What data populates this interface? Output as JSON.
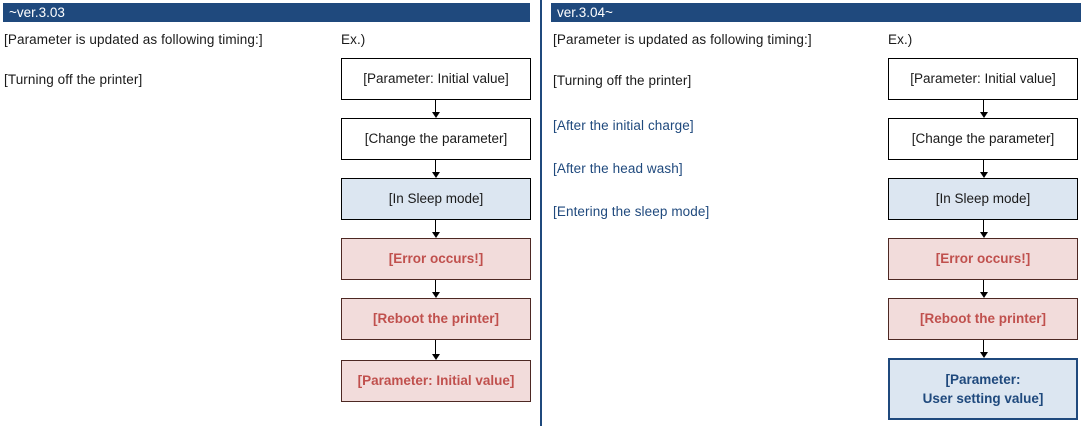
{
  "colors": {
    "header_bg": "#1f497d",
    "divider": "#1f497d",
    "text_dark": "#1a1a1a",
    "text_blue": "#1f497d",
    "text_red": "#c0504d",
    "box_blue_bg": "#dce6f1",
    "box_pink_bg": "#f2dcdb"
  },
  "left_panel": {
    "header": "~ver.3.03",
    "intro": "[Parameter is updated as following timing:]",
    "example_label": "Ex.)",
    "timing_items": [
      {
        "text": "[Turning off the printer]"
      }
    ],
    "flow": [
      {
        "label": "[Parameter: Initial value]"
      },
      {
        "label": "[Change the parameter]"
      },
      {
        "label": "[In Sleep mode]"
      },
      {
        "label": "[Error occurs!]"
      },
      {
        "label": "[Reboot the printer]"
      },
      {
        "label": "[Parameter: Initial value]"
      }
    ]
  },
  "right_panel": {
    "header": "ver.3.04~",
    "intro": "[Parameter is updated as following timing:]",
    "example_label": "Ex.)",
    "timing_items": [
      {
        "text": "[Turning off the printer]"
      },
      {
        "text": "[After the initial charge]"
      },
      {
        "text": "[After the head wash]"
      },
      {
        "text": "[Entering the sleep mode]"
      }
    ],
    "flow": [
      {
        "label": "[Parameter: Initial value]"
      },
      {
        "label": "[Change the parameter]"
      },
      {
        "label": "[In Sleep mode]"
      },
      {
        "label": "[Error occurs!]"
      },
      {
        "label": "[Reboot the printer]"
      },
      {
        "lines": [
          "[Parameter:",
          "User setting value]"
        ]
      }
    ]
  }
}
